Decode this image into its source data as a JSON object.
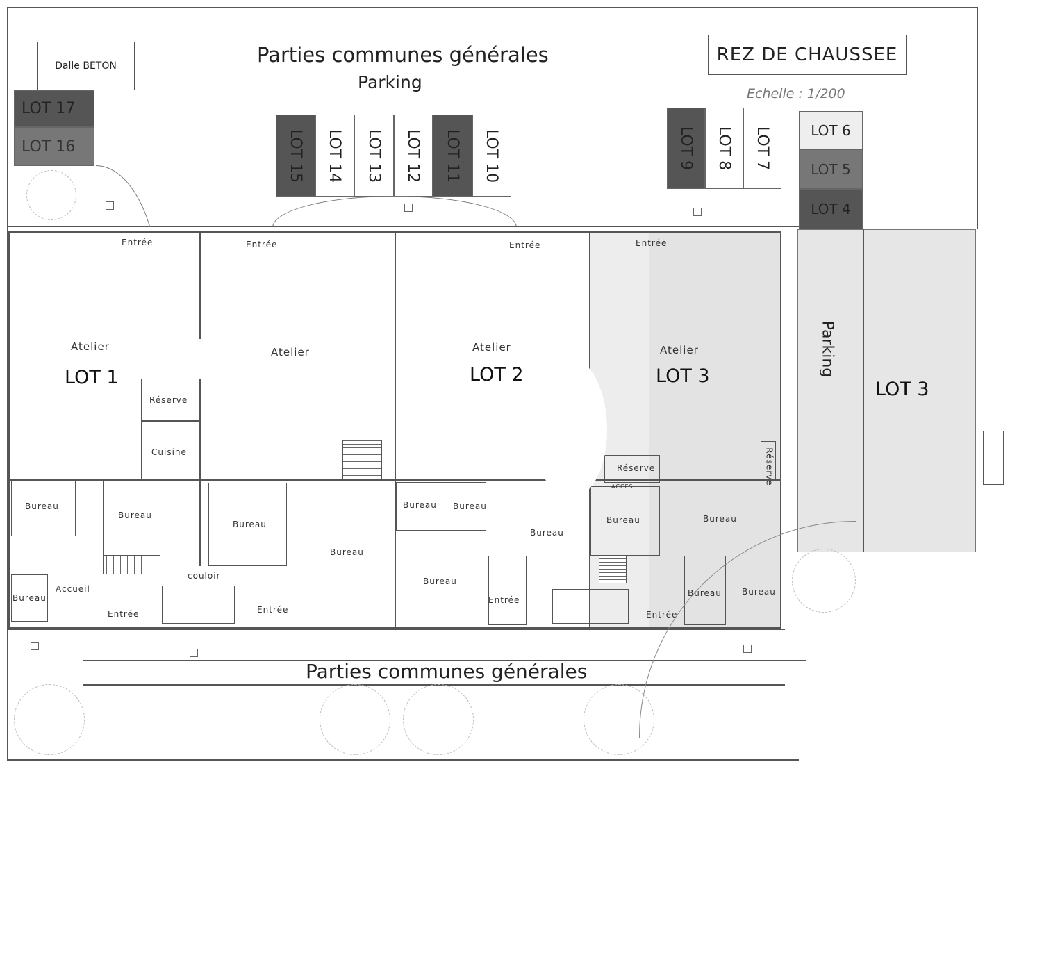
{
  "header": {
    "top_title": "Parties communes générales",
    "top_subtitle": "Parking",
    "dalle": "Dalle BETON",
    "level": "REZ DE CHAUSSEE",
    "scale": "Echelle : 1/200"
  },
  "parking_lots": {
    "lot17": "LOT 17",
    "lot16": "LOT 16",
    "lot15": "LOT 15",
    "lot14": "LOT 14",
    "lot13": "LOT 13",
    "lot12": "LOT 12",
    "lot11": "LOT 11",
    "lot10": "LOT 10",
    "lot9": "LOT 9",
    "lot8": "LOT 8",
    "lot7": "LOT 7",
    "lot6": "LOT 6",
    "lot5": "LOT 5",
    "lot4": "LOT 4"
  },
  "units": {
    "lot1": "LOT 1",
    "lot2": "LOT 2",
    "lot3": "LOT 3",
    "lot3_parking": "LOT 3",
    "parking": "Parking"
  },
  "rooms": {
    "entree": "Entrée",
    "atelier": "Atelier",
    "reserve": "Réserve",
    "cuisine": "Cuisine",
    "bureau": "Bureau",
    "accueil": "Accueil",
    "couloir": "couloir",
    "acces": "ACCES"
  },
  "footer": {
    "bottom_title": "Parties communes générales"
  }
}
